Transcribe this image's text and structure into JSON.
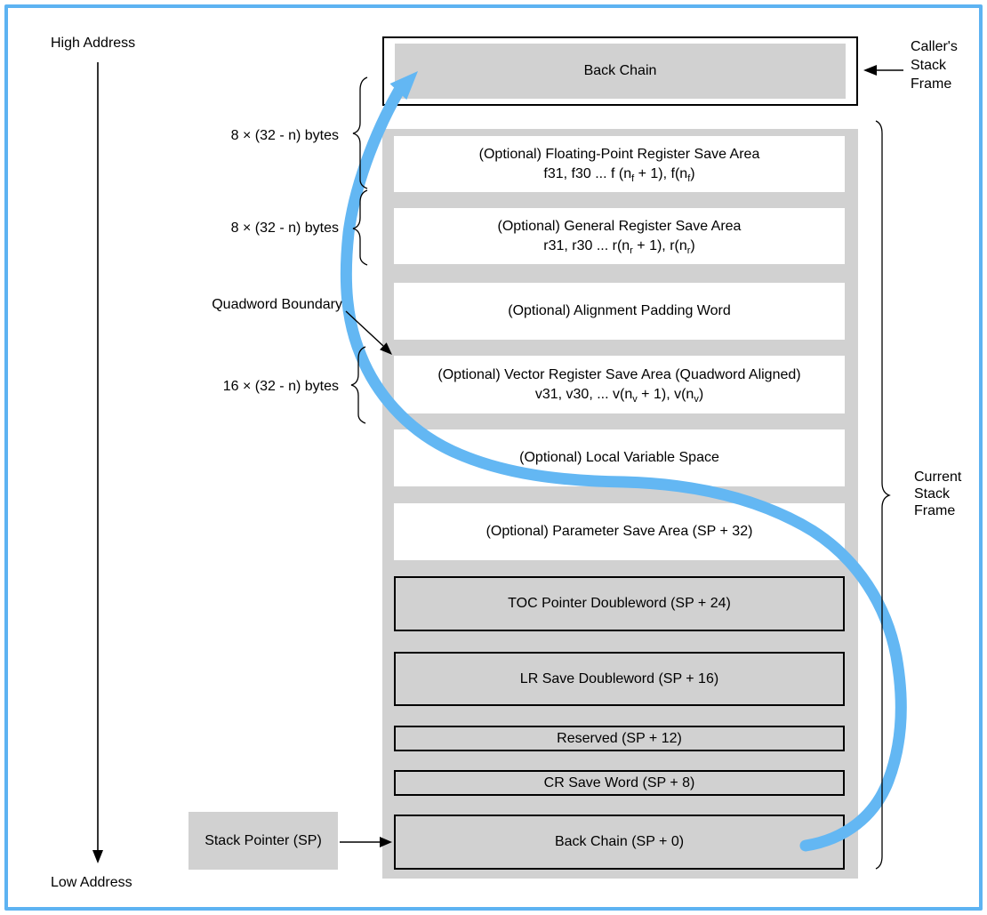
{
  "annotations": {
    "high_address": "High Address",
    "low_address": "Low Address",
    "fp_size": "8 × (32 - n) bytes",
    "gr_size": "8 × (32 - n) bytes",
    "quadword_boundary": "Quadword Boundary",
    "vector_size": "16 × (32 - n) bytes",
    "stack_pointer": "Stack Pointer (SP)"
  },
  "caller_frame": {
    "box_label": "Back Chain",
    "frame_label": "Caller's\nStack\nFrame"
  },
  "current_frame": {
    "frame_label": "Current\nStack\nFrame"
  },
  "rows": {
    "fp": {
      "line1": "(Optional) Floating-Point Register Save Area",
      "line2": [
        {
          "t": "f31, f30 ... f (n"
        },
        {
          "sub": "f"
        },
        {
          "t": " + 1), f(n"
        },
        {
          "sub": "f"
        },
        {
          "t": ")"
        }
      ]
    },
    "gr": {
      "line1": "(Optional) General Register Save Area",
      "line2": [
        {
          "t": "r31, r30 ... r(n"
        },
        {
          "sub": "r"
        },
        {
          "t": " + 1), r(n"
        },
        {
          "sub": "r"
        },
        {
          "t": ")"
        }
      ]
    },
    "align": {
      "line1": "(Optional) Alignment Padding Word"
    },
    "vector": {
      "line1": "(Optional) Vector Register Save Area (Quadword Aligned)",
      "line2": [
        {
          "t": "v31, v30, ... v(n"
        },
        {
          "sub": "v"
        },
        {
          "t": " + 1), v(n"
        },
        {
          "sub": "v"
        },
        {
          "t": ")"
        }
      ]
    },
    "local": {
      "line1": "(Optional) Local Variable Space"
    },
    "param": {
      "line1": "(Optional) Parameter Save Area (SP + 32)"
    },
    "toc": {
      "line1": "TOC Pointer Doubleword (SP + 24)"
    },
    "lr": {
      "line1": "LR Save Doubleword (SP + 16)"
    },
    "reserved": {
      "line1": "Reserved (SP + 12)"
    },
    "cr": {
      "line1": "CR Save Word (SP + 8)"
    },
    "back_chain": {
      "line1": "Back Chain (SP + 0)"
    }
  },
  "colors": {
    "frame_border_blue": "#5db3f2",
    "pointer_curve_blue": "#63b7f3",
    "box_gray": "#d1d1d1",
    "line_black": "#000000"
  }
}
